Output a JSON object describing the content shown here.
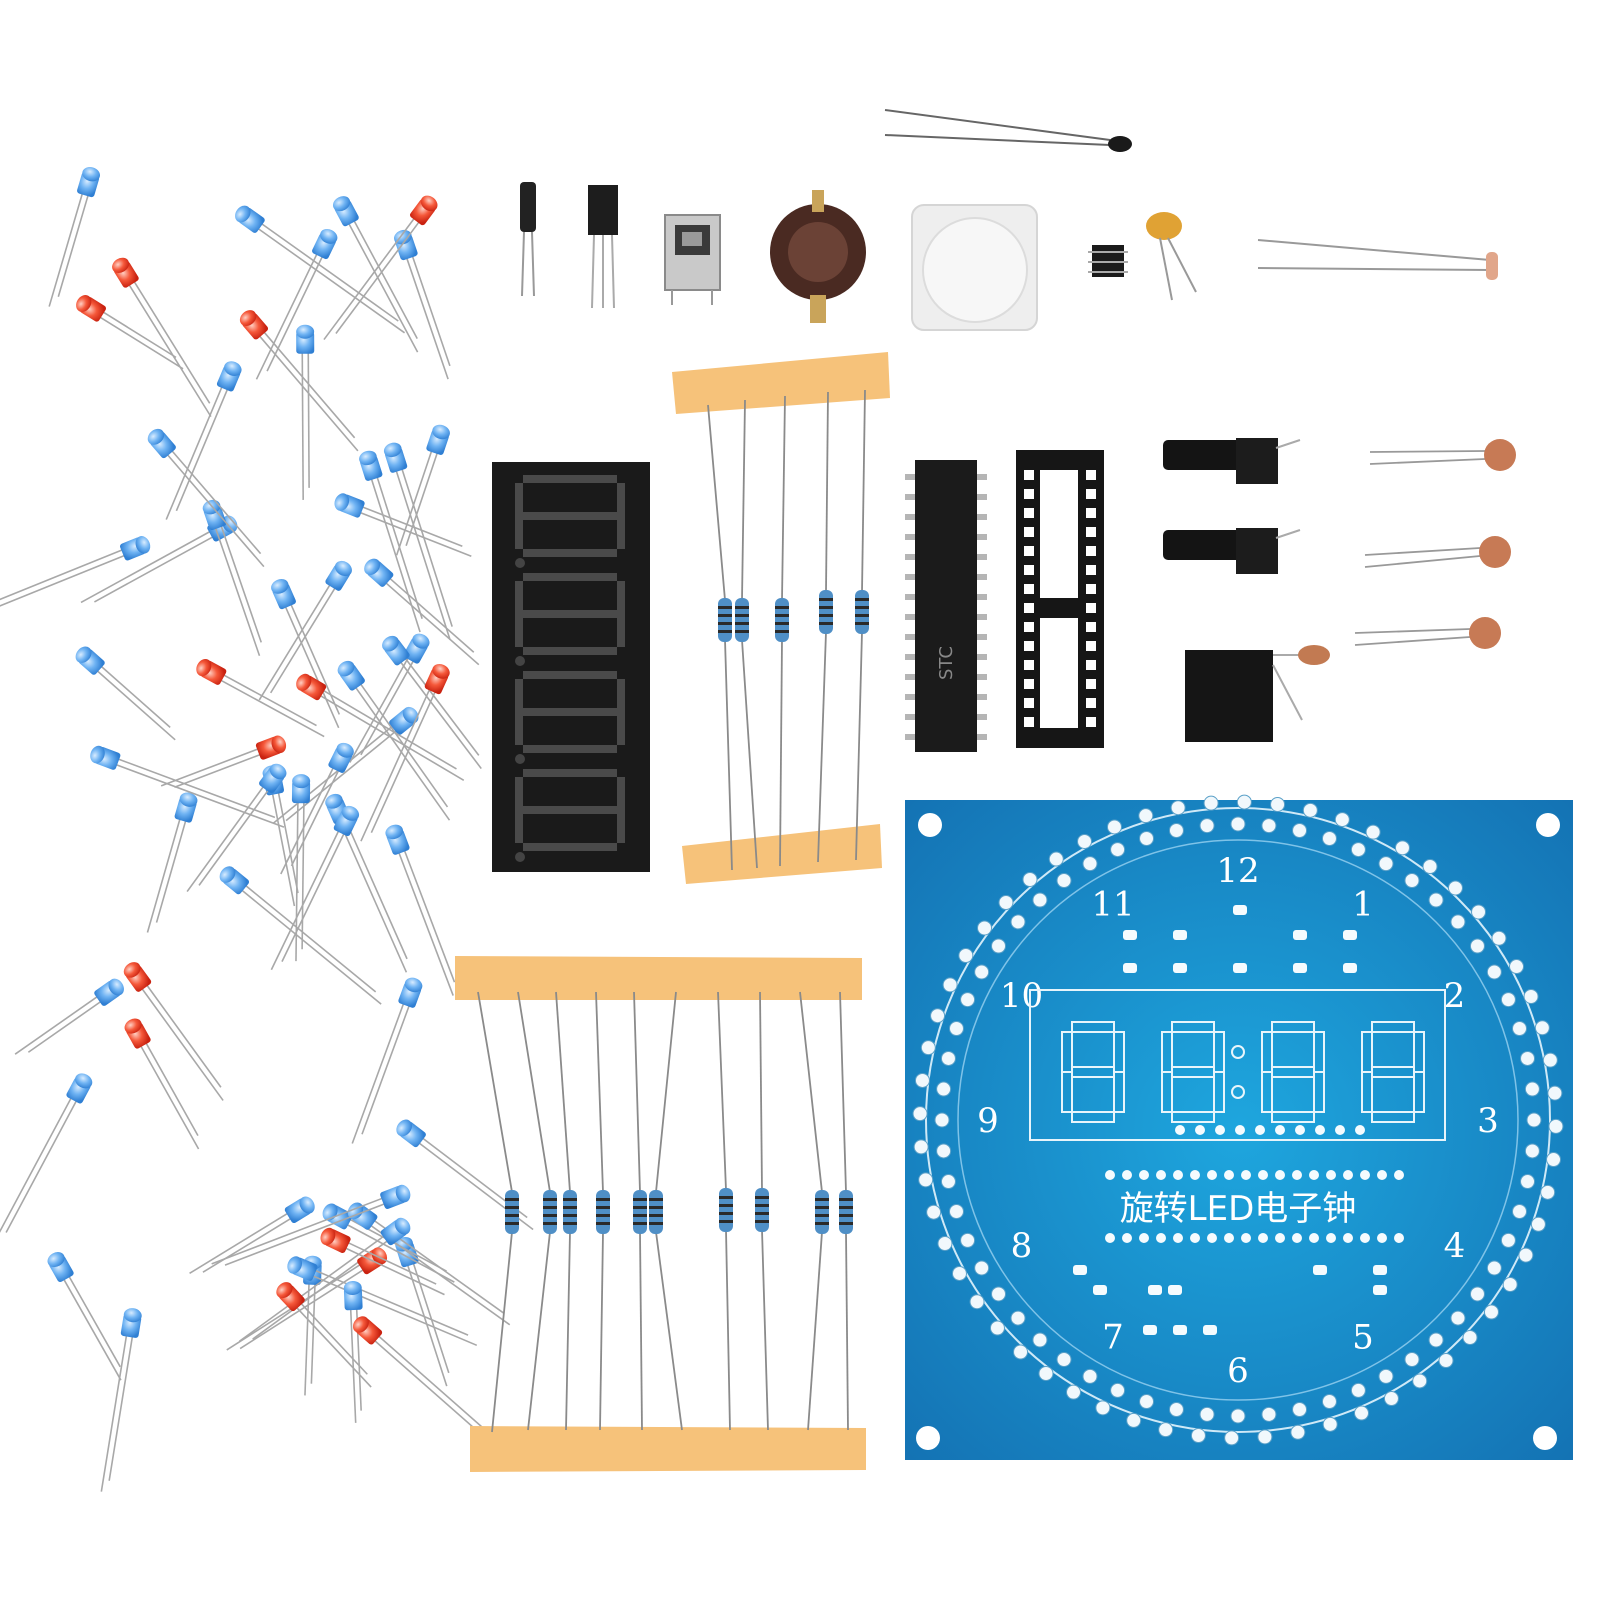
{
  "pcb": {
    "title": "旋转LED电子钟",
    "clock_numbers": [
      "12",
      "1",
      "2",
      "3",
      "4",
      "5",
      "6",
      "7",
      "8",
      "9",
      "10",
      "11"
    ],
    "board_color": "#1f86c7",
    "ring_led_pads": 60
  },
  "chip": {
    "label": "STC"
  },
  "colors": {
    "led_blue": "#5aa7f0",
    "led_red": "#f0452a",
    "resistor_body": "#4f8fc6",
    "tape": "#f6c27a",
    "display_body": "#1a1a1a",
    "display_segment": "#4a4a4a"
  },
  "parts": {
    "blue_led_count": 48,
    "red_led_count": 14,
    "resistor_strip_top_count": 5,
    "resistor_strip_bottom_count": 10,
    "ceramic_capacitor_count": 3,
    "push_button_count": 2
  }
}
